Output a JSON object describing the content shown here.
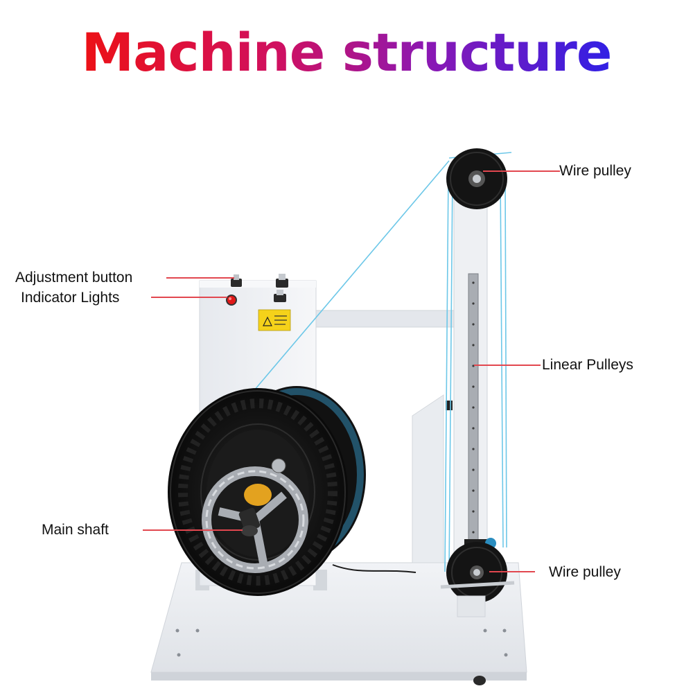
{
  "title": "Machine structure",
  "labels": {
    "wire_pulley_top": "Wire pulley",
    "adjustment_button": "Adjustment button",
    "indicator_lights": "Indicator Lights",
    "linear_pulleys": "Linear Pulleys",
    "main_shaft": "Main shaft",
    "wire_pulley_bottom": "Wire pulley"
  },
  "colors": {
    "callout_line": "#e2474f",
    "wire": "#6cc7e8",
    "reel": "#141414",
    "cabinet": "#eef0f3",
    "indicator_light": "#e01818",
    "warning_sticker": "#f5d21a"
  }
}
